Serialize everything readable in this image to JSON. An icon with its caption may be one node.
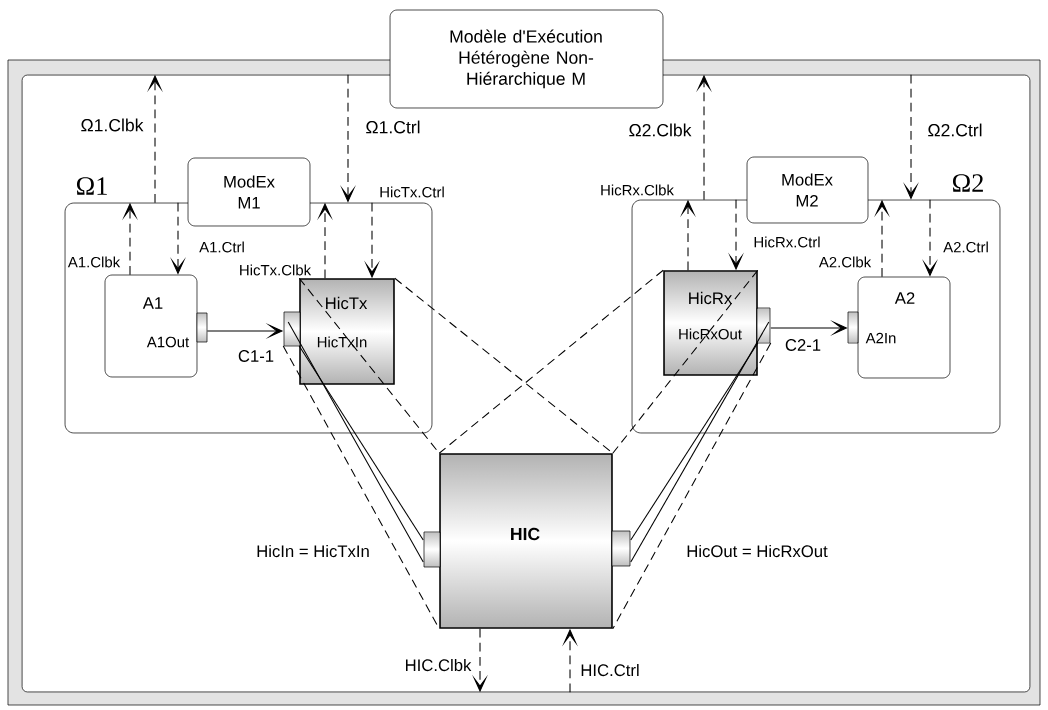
{
  "diagram": {
    "nodes": [
      {
        "text": [],
        "shape": "box"
      },
      {
        "text": [
          "Modèle d'Exécution Hétérogène Non-Hiérarchique M"
        ]
      },
      {
        "text": [
          "Ω1"
        ],
        "in": 0
      },
      {
        "text": [
          "ModEx M1"
        ],
        "in": 0
      },
      {
        "text": [
          "A1",
          "A1Out"
        ],
        "in": 2
      },
      {
        "text": [
          "HicTx",
          "HicTxIn"
        ],
        "in": 2
      },
      {
        "text": [
          "Ω2"
        ],
        "in": 0
      },
      {
        "text": [
          "ModEx M2"
        ],
        "in": 0
      },
      {
        "text": [
          "HicRx",
          "HicRxOut"
        ],
        "in": 6
      },
      {
        "text": [
          "A2",
          "A2In"
        ],
        "in": 6
      },
      {
        "text": [
          "HIC"
        ],
        "in": 0,
        "beside": [
          "HicIn = HicTxIn",
          "HicOut = HicRxOut"
        ]
      }
    ],
    "edges": [
      {
        "from": 2,
        "to": 0,
        "arrow": "to",
        "style": "dashed",
        "label": "Ω1.Clbk"
      },
      {
        "from": 0,
        "to": 2,
        "arrow": "to",
        "style": "dashed",
        "label": "Ω1.Ctrl"
      },
      {
        "from": 4,
        "to": 2,
        "arrow": "to",
        "style": "dashed",
        "label": "A1.Clbk"
      },
      {
        "from": 2,
        "to": 4,
        "arrow": "to",
        "style": "dashed",
        "label": "A1.Ctrl"
      },
      {
        "from": 5,
        "to": 2,
        "arrow": "to",
        "style": "dashed",
        "label": "HicTx.Clbk"
      },
      {
        "from": 2,
        "to": 5,
        "arrow": "to",
        "style": "dashed",
        "label": "HicTx.Ctrl"
      },
      {
        "from": 4,
        "to": 5,
        "arrow": "to",
        "label": "C1-1"
      },
      {
        "from": 6,
        "to": 0,
        "arrow": "to",
        "style": "dashed",
        "label": "Ω2.Clbk"
      },
      {
        "from": 0,
        "to": 6,
        "arrow": "to",
        "style": "dashed",
        "label": "Ω2.Ctrl"
      },
      {
        "from": 8,
        "to": 6,
        "arrow": "to",
        "style": "dashed",
        "label": "HicRx.Clbk"
      },
      {
        "from": 6,
        "to": 8,
        "arrow": "to",
        "style": "dashed",
        "label": "HicRx.Ctrl"
      },
      {
        "from": 9,
        "to": 6,
        "arrow": "to",
        "style": "dashed",
        "label": "A2.Clbk"
      },
      {
        "from": 6,
        "to": 9,
        "arrow": "to",
        "style": "dashed",
        "label": "A2.Ctrl"
      },
      {
        "from": 8,
        "to": 9,
        "arrow": "to",
        "label": "C2-1"
      },
      {
        "from": 10,
        "to": 0,
        "arrow": "to",
        "style": "dashed",
        "label": "HIC.Clbk"
      },
      {
        "from": 0,
        "to": 10,
        "arrow": "to",
        "style": "dashed",
        "label": "HIC.Ctrl"
      },
      {
        "from": 5,
        "to": 10,
        "arrow": "none",
        "style": "dashed"
      },
      {
        "from": 5,
        "to": 10,
        "arrow": "none",
        "style": "dashed"
      },
      {
        "from": 5,
        "to": 10,
        "arrow": "none",
        "style": "dashed"
      },
      {
        "from": 5,
        "to": 10,
        "arrow": "none"
      },
      {
        "from": 5,
        "to": 10,
        "arrow": "none"
      },
      {
        "from": 8,
        "to": 10,
        "arrow": "none",
        "style": "dashed"
      },
      {
        "from": 8,
        "to": 10,
        "arrow": "none",
        "style": "dashed"
      },
      {
        "from": 8,
        "to": 10,
        "arrow": "none",
        "style": "dashed"
      },
      {
        "from": 8,
        "to": 10,
        "arrow": "none"
      },
      {
        "from": 8,
        "to": 10,
        "arrow": "none"
      }
    ]
  }
}
